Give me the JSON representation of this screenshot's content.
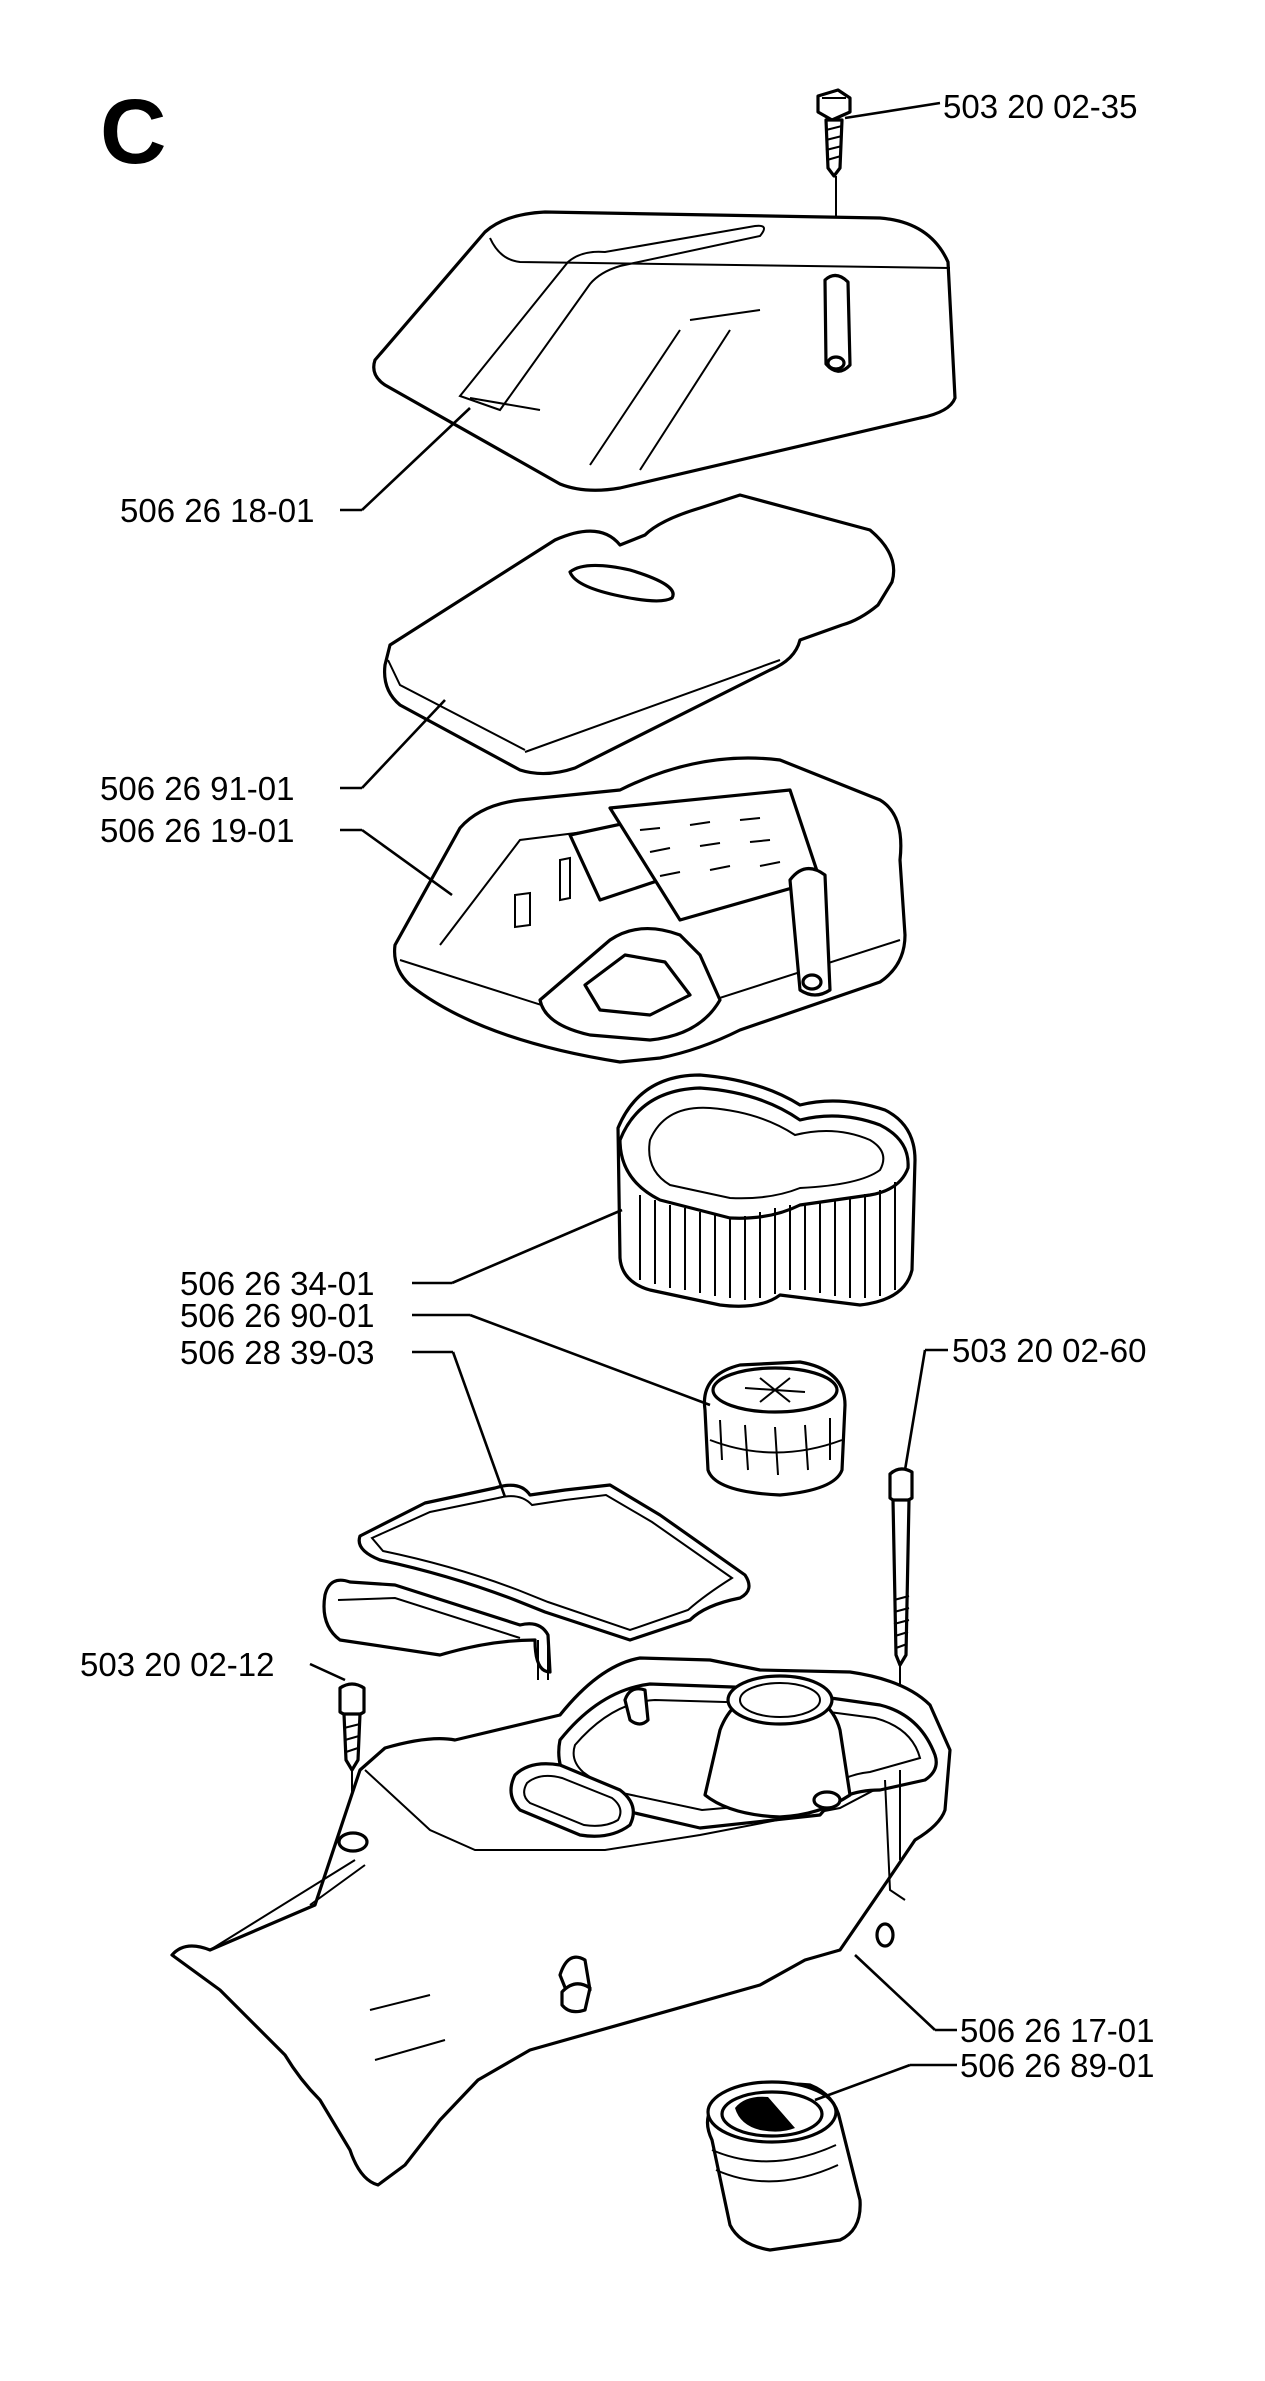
{
  "section_letter": "C",
  "parts": [
    {
      "id": "screw-top",
      "number": "503 20 02-35"
    },
    {
      "id": "cover",
      "number": "506 26 18-01"
    },
    {
      "id": "pre-filter",
      "number": "506 26 91-01"
    },
    {
      "id": "filter-housing",
      "number": "506 26 19-01"
    },
    {
      "id": "air-filter",
      "number": "506 26 34-01"
    },
    {
      "id": "filter-nut",
      "number": "506 26 90-01"
    },
    {
      "id": "gasket",
      "number": "506 28 39-03"
    },
    {
      "id": "screw-long",
      "number": "503 20 02-60"
    },
    {
      "id": "screw-left",
      "number": "503 20 02-12"
    },
    {
      "id": "base-cover",
      "number": "506 26 17-01"
    },
    {
      "id": "rubber-boot",
      "number": "506 26 89-01"
    }
  ]
}
